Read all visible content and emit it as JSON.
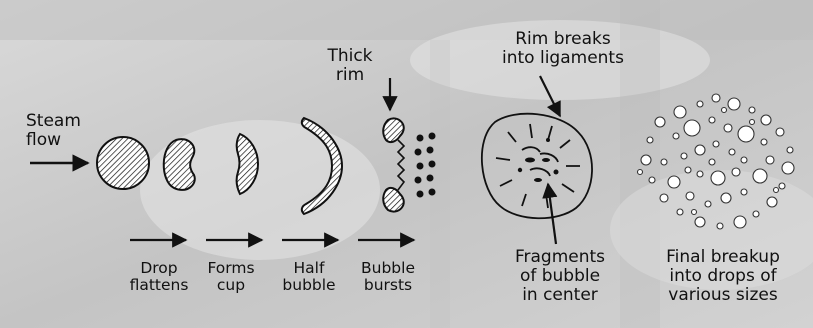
{
  "title": "",
  "labels": {
    "steam_flow": "Steam\nflow",
    "thick_rim": "Thick\nrim",
    "rim_breaks": "Rim breaks\ninto ligaments",
    "drop_flattens": "Drop\nflattens",
    "forms_cup": "Forms\ncup",
    "half_bubble": "Half\nbubble",
    "bubble_bursts": "Bubble\nbursts",
    "fragments": "Fragments\nof bubble\nin center",
    "final_breakup": "Final breakup\ninto drops of\nvarious sizes"
  },
  "colors": {
    "background": "#cfcfcf",
    "ink": "#111111",
    "highlight": "#ffffff"
  }
}
